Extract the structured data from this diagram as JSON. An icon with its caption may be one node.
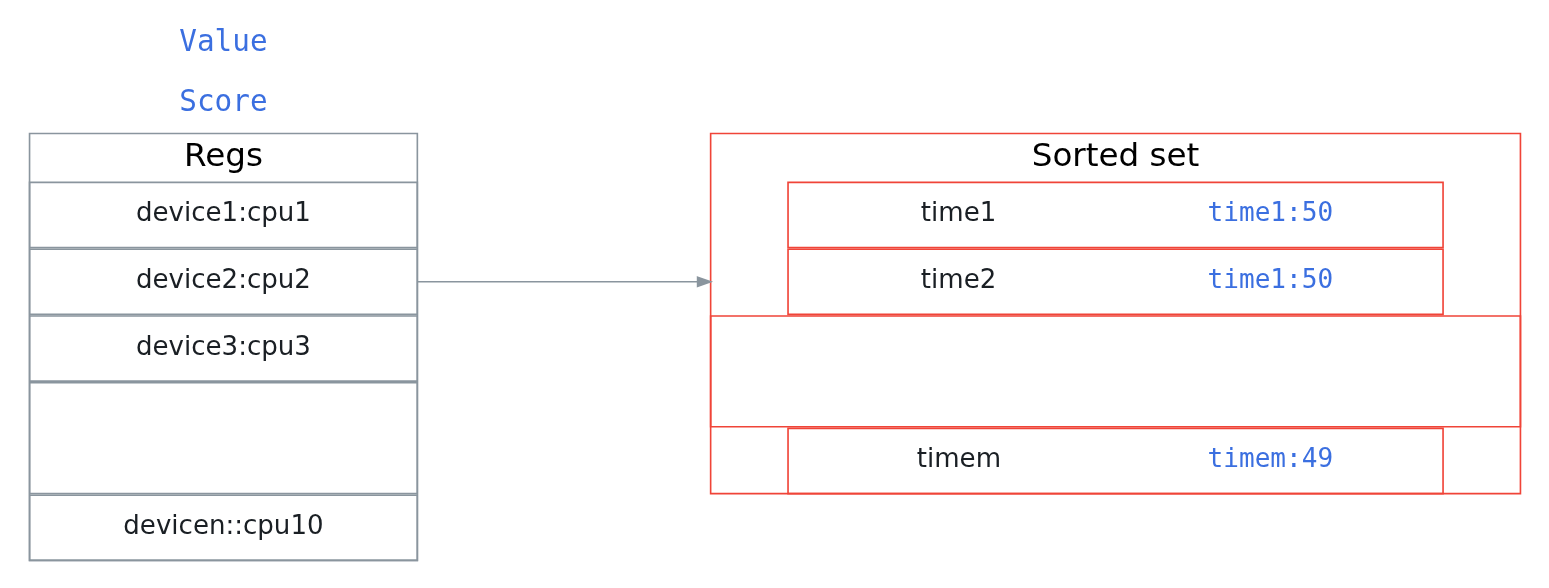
{
  "diagram": {
    "nodes": [
      {
        "text": [
          "Regs"
        ]
      },
      {
        "text": [
          "device1:cpu1"
        ],
        "in": 0
      },
      {
        "text": [
          "device2:cpu2"
        ],
        "in": 0
      },
      {
        "text": [
          "device3:cpu3"
        ],
        "in": 0
      },
      {
        "text": [],
        "shape": "box",
        "in": 0
      },
      {
        "text": [
          "devicen::cpu10"
        ],
        "in": 0
      },
      {
        "text": [
          "Sorted set"
        ]
      },
      {
        "text": [
          "time1",
          "time1:50"
        ],
        "in": 6
      },
      {
        "text": [
          "time2",
          "time1:50"
        ],
        "in": 6
      },
      {
        "text": [],
        "shape": "box",
        "in": 6
      },
      {
        "text": [
          "timem",
          "timem:49"
        ],
        "in": 6
      }
    ],
    "edges": [
      {
        "from": 2,
        "to": 6,
        "arrow": "to"
      }
    ],
    "labels": [
      "Score",
      "Value"
    ]
  }
}
